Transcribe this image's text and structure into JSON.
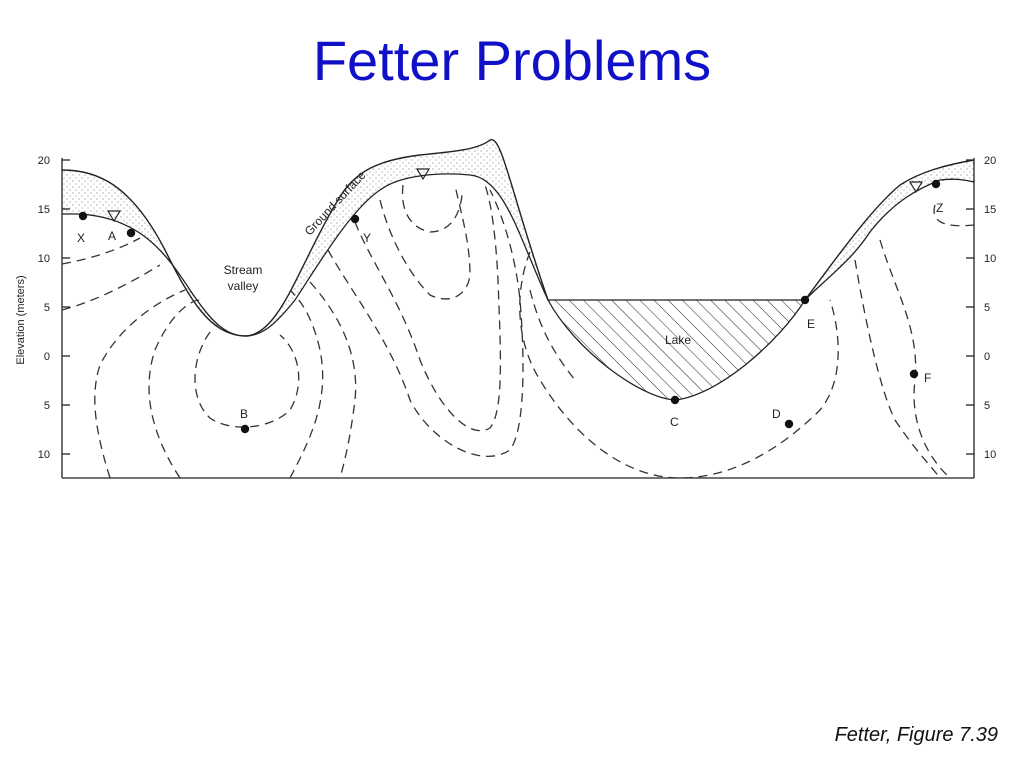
{
  "slide": {
    "title": "Fetter Problems",
    "caption": "Fetter, Figure 7.39"
  },
  "colors": {
    "title": "#1010c8",
    "line": "#222222",
    "dashed": "#333333"
  },
  "axis": {
    "ylabel": "Elevation (meters)",
    "left_ticks": [
      "20",
      "15",
      "10",
      "5",
      "0",
      "5",
      "10"
    ],
    "right_ticks": [
      "20",
      "15",
      "10",
      "5",
      "0",
      "5",
      "10"
    ]
  },
  "labels": {
    "ground_surface": "Ground surface",
    "stream_valley_1": "Stream",
    "stream_valley_2": "valley",
    "lake": "Lake"
  },
  "points": {
    "X": "X",
    "A": "A",
    "Y": "Y",
    "Z": "Z",
    "B": "B",
    "C": "C",
    "D": "D",
    "E": "E",
    "F": "F"
  }
}
